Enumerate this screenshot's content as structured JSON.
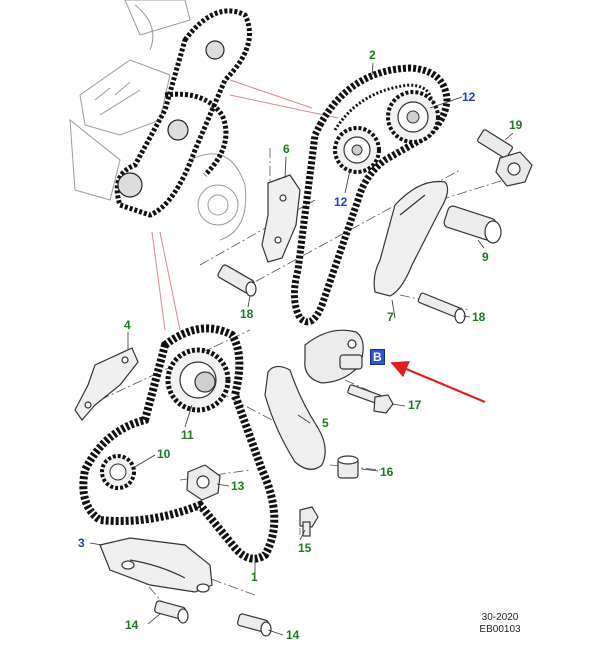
{
  "callouts": {
    "c1": "1",
    "c2": "2",
    "c3": "3",
    "c4": "4",
    "c5": "5",
    "c6": "6",
    "c7": "7",
    "c8": "B",
    "c9": "9",
    "c10": "10",
    "c11": "11",
    "c12a": "12",
    "c12b": "12",
    "c13": "13",
    "c14a": "14",
    "c14b": "14",
    "c15": "15",
    "c16": "16",
    "c17": "17",
    "c18a": "18",
    "c18b": "18",
    "c19": "19"
  },
  "reference": {
    "line1": "30-2020",
    "line2": "EB00103"
  },
  "colors": {
    "green_label": "#1e7a1e",
    "blue_label": "#1f3fbf",
    "arrow": "#e02020",
    "leader": "#d98a8a"
  }
}
